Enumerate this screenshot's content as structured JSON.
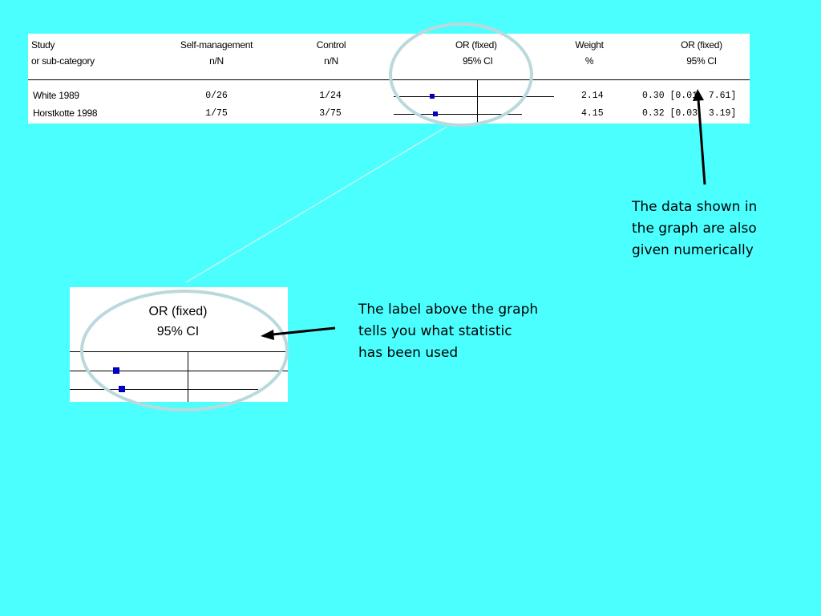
{
  "table": {
    "headers": {
      "study": [
        "Study",
        "or sub-category"
      ],
      "treatment": [
        "Self-management",
        "n/N"
      ],
      "control": [
        "Control",
        "n/N"
      ],
      "or_plot": [
        "OR (fixed)",
        "95% CI"
      ],
      "weight": [
        "Weight",
        "%"
      ],
      "or_value": [
        "OR (fixed)",
        "95% CI"
      ]
    },
    "rows": [
      {
        "study": "White 1989",
        "treatment": "0/26",
        "control": "1/24",
        "weight": "2.14",
        "or_text": "0.30 [0.01, 7.61]"
      },
      {
        "study": "Horstkotte 1998",
        "treatment": "1/75",
        "control": "3/75",
        "weight": "4.15",
        "or_text": "0.32 [0.03, 3.19]"
      }
    ]
  },
  "zoom_panel": {
    "label_line1": "OR (fixed)",
    "label_line2": "95% CI"
  },
  "annotations": {
    "numeric_note": [
      "The data shown in",
      "the graph are also",
      "given numerically"
    ],
    "label_note": [
      "The label above the graph",
      "tells you what statistic",
      "has been used"
    ]
  },
  "colors": {
    "background": "#4BFFFF",
    "highlight_ring": "#B9D9DD",
    "marker": "#0000C0"
  }
}
